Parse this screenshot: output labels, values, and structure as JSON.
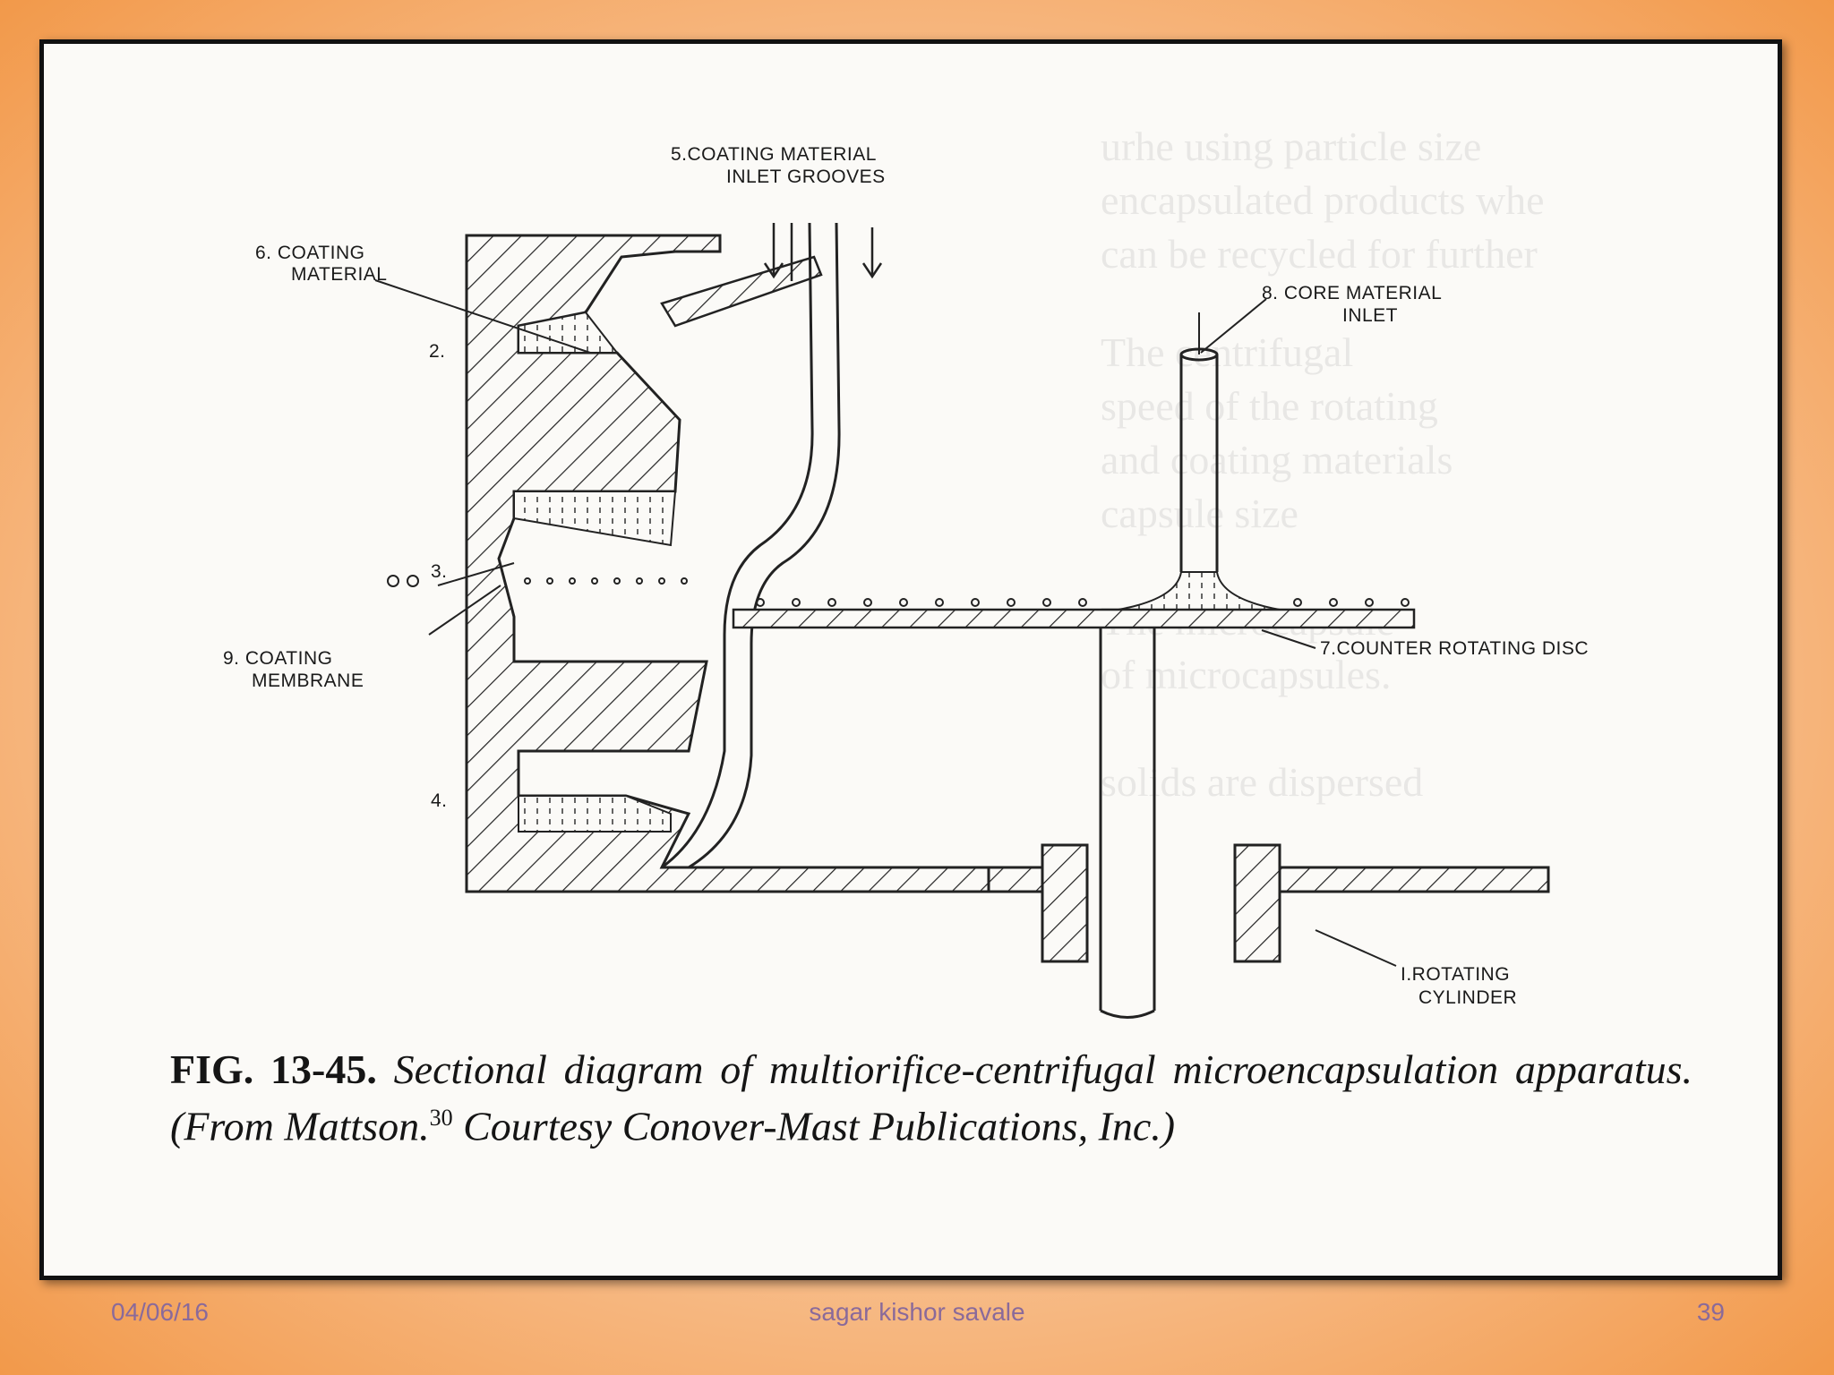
{
  "diagram": {
    "labels": {
      "coating_inlet": [
        "5.COATING  MATERIAL",
        "INLET  GROOVES"
      ],
      "coating_material": [
        "6. COATING",
        "MATERIAL"
      ],
      "core_inlet": [
        "8. CORE  MATERIAL",
        "INLET"
      ],
      "coating_membrane": [
        "9. COATING",
        "MEMBRANE"
      ],
      "counter_disc": "7.COUNTER  ROTATING  DISC",
      "rotating_cylinder": [
        "I.ROTATING",
        "CYLINDER"
      ],
      "num_2": "2.",
      "num_3": "3.",
      "num_4": "4."
    }
  },
  "caption": {
    "fig_label": "FIG. 13-45.",
    "text_1": "Sectional diagram of multiorifice-centrifugal microencapsulation apparatus. (From Mattson.",
    "superscript": "30",
    "text_2": " Courtesy Conover-Mast Publications, Inc.)"
  },
  "footer": {
    "date": "04/06/16",
    "author": "sagar kishor savale",
    "page": "39"
  }
}
